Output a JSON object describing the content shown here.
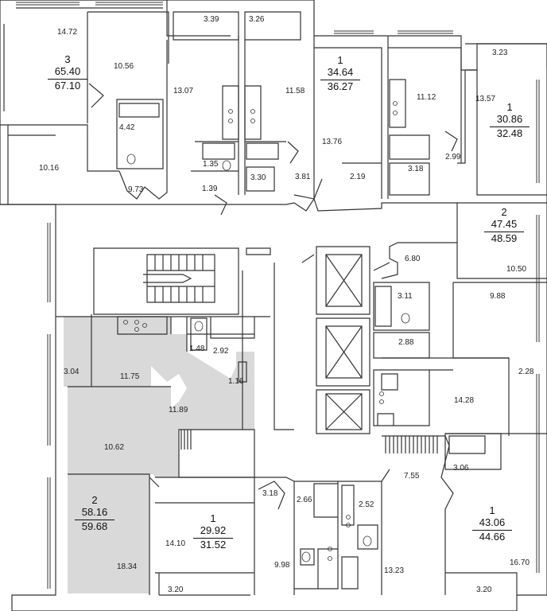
{
  "apartments": [
    {
      "id": "apt-3-left",
      "rooms": "3",
      "living": "65.40",
      "total": "67.10"
    },
    {
      "id": "apt-1-top-center",
      "rooms": "1",
      "living": "34.64",
      "total": "36.27"
    },
    {
      "id": "apt-1-top-right",
      "rooms": "1",
      "living": "30.86",
      "total": "32.48"
    },
    {
      "id": "apt-2-right",
      "rooms": "2",
      "living": "47.45",
      "total": "48.59"
    },
    {
      "id": "apt-2-left-highlighted",
      "rooms": "2",
      "living": "58.16",
      "total": "59.68"
    },
    {
      "id": "apt-1-bottom-center",
      "rooms": "1",
      "living": "29.92",
      "total": "31.52"
    },
    {
      "id": "apt-1-bottom-right",
      "rooms": "1",
      "living": "43.06",
      "total": "44.66"
    }
  ],
  "room_areas": [
    "14.72",
    "3.39",
    "3.26",
    "3.23",
    "10.56",
    "13.07",
    "11.58",
    "11.12",
    "13.57",
    "4.42",
    "13.76",
    "2.99",
    "10.16",
    "1.35",
    "3.30",
    "3.81",
    "2.19",
    "3.18",
    "9.73",
    "1.39",
    "6.80",
    "10.50",
    "3.11",
    "9.88",
    "3.04",
    "11.75",
    "1.48",
    "2.92",
    "2.88",
    "1.16",
    "2.28",
    "11.89",
    "14.28",
    "10.62",
    "7.55",
    "3.06",
    "3.18",
    "2.66",
    "2.52",
    "14.10",
    "16.70",
    "9.98",
    "18.34",
    "13.23",
    "3.20",
    "3.20"
  ],
  "colors": {
    "wall": "#333333",
    "highlight": "#d9d9d9",
    "background": "#ffffff"
  }
}
